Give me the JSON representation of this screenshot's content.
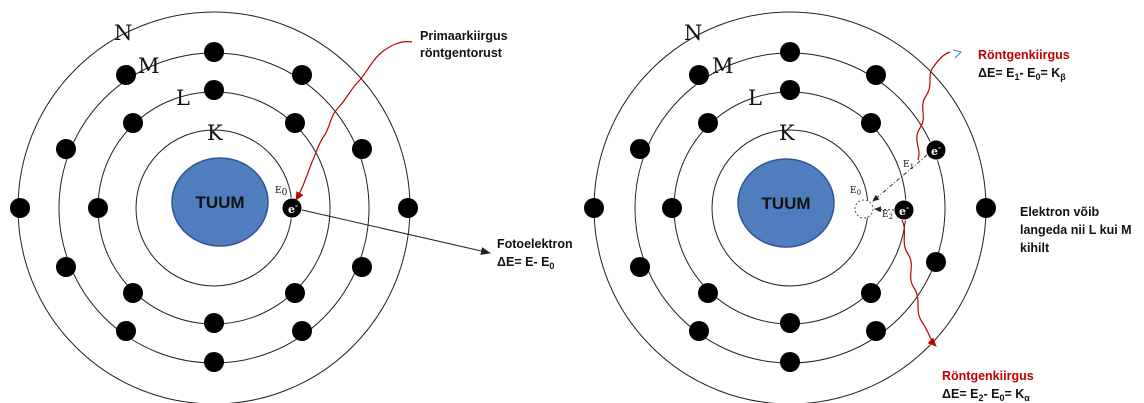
{
  "left_atom": {
    "nucleus_label": "TUUM",
    "shells": [
      "K",
      "L",
      "M",
      "N"
    ],
    "electron_label": "e",
    "electron_charge": "-",
    "energy_label": "E",
    "energy_sub": "0",
    "primary_label_line1": "Primaarkiirgus",
    "primary_label_line2": "röntgentorust",
    "photo_label": "Fotoelektron",
    "photo_eq_prefix": "ΔE= E- E",
    "photo_eq_sub": "0"
  },
  "right_atom": {
    "nucleus_label": "TUUM",
    "shells": [
      "K",
      "L",
      "M",
      "N"
    ],
    "electron_label": "e",
    "electron_charge": "-",
    "energy0_label": "E",
    "energy0_sub": "0",
    "energy1_label": "E",
    "energy1_sub": "1",
    "energy2_label": "E",
    "energy2_sub": "2",
    "xray_top_label": "Röntgenkiirgus",
    "xray_top_eq": [
      "ΔE= E",
      "1",
      "- E",
      "0",
      "= K",
      "β"
    ],
    "xray_bottom_label": "Röntgenkiirgus",
    "xray_bottom_eq": [
      "ΔE= E",
      "2",
      "- E",
      "0",
      "= K",
      "α"
    ],
    "note_line1": "Elektron võib",
    "note_line2": "langeda nii L kui M",
    "note_line3": "kihilt"
  },
  "colors": {
    "nucleus": "#4f7dbe",
    "nucleus_stroke": "#2f5597",
    "electron": "#000000",
    "xray": "#c00000",
    "line": "#222222"
  }
}
